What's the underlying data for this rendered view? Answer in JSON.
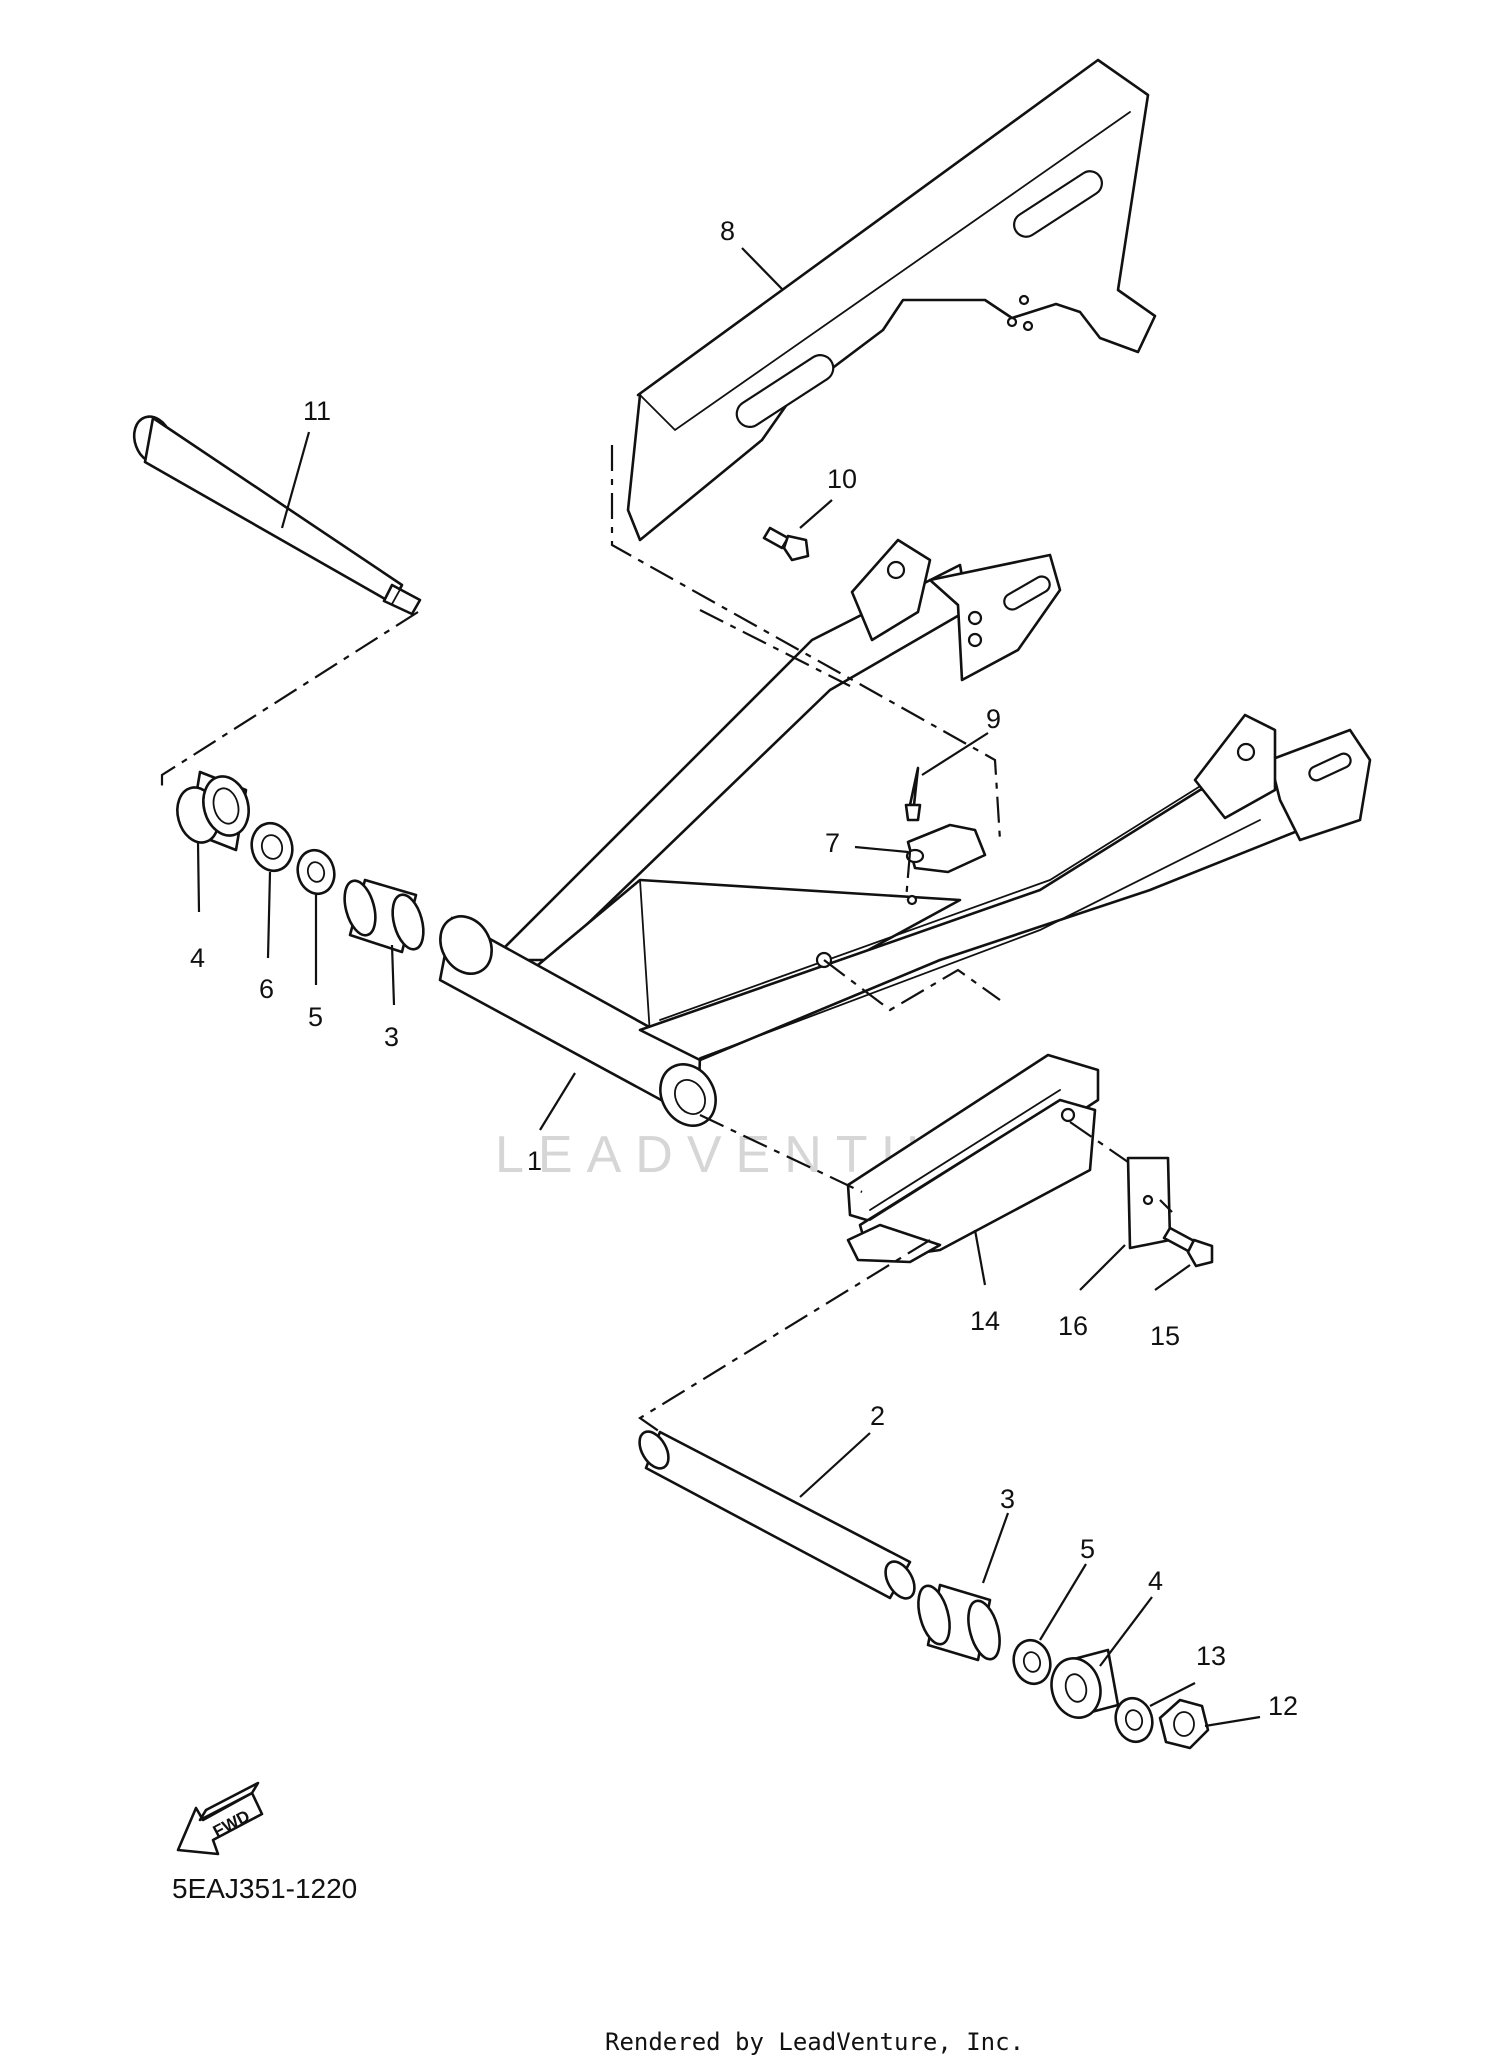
{
  "diagram": {
    "callouts": [
      "1",
      "2",
      "3",
      "3",
      "4",
      "4",
      "5",
      "5",
      "6",
      "7",
      "8",
      "9",
      "10",
      "11",
      "12",
      "13",
      "14",
      "15",
      "16"
    ],
    "fwd_label": "FWD",
    "diagram_code": "5EAJ351-1220",
    "credit": "Rendered by LeadVenture, Inc.",
    "watermark": "LEADVENTURE"
  }
}
